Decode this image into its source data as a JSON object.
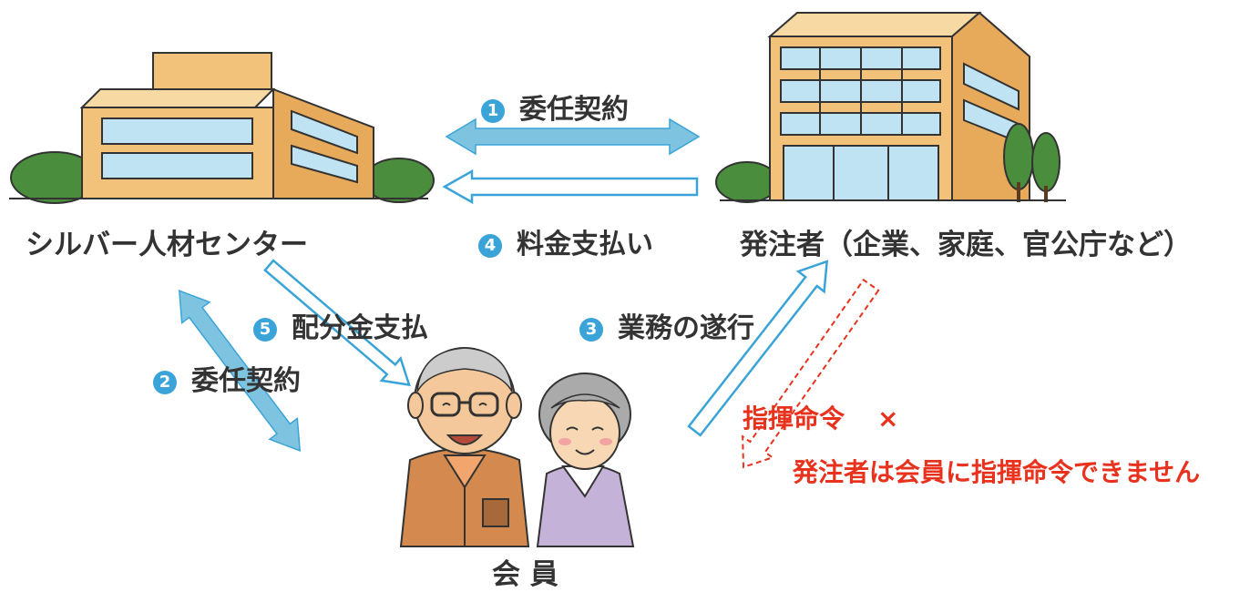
{
  "actors": {
    "center": "シルバー人材センター",
    "client": "発注者（企業、家庭、官公庁など）",
    "member": "会 員"
  },
  "steps": [
    {
      "num": "1",
      "label": "委任契約"
    },
    {
      "num": "2",
      "label": "委任契約"
    },
    {
      "num": "3",
      "label": "業務の遂行"
    },
    {
      "num": "4",
      "label": "料金支払い"
    },
    {
      "num": "5",
      "label": "配分金支払"
    }
  ],
  "warning": {
    "title": "指揮命令",
    "mark": "×",
    "text": "発注者は会員に指揮命令できません"
  },
  "colors": {
    "arrow_blue": "#7ec4e0",
    "arrow_outline": "#3aa4d8",
    "badge": "#3aa4d8",
    "warning": "#e8321e",
    "building": "#f2c27a",
    "window": "#bfe3f2"
  }
}
